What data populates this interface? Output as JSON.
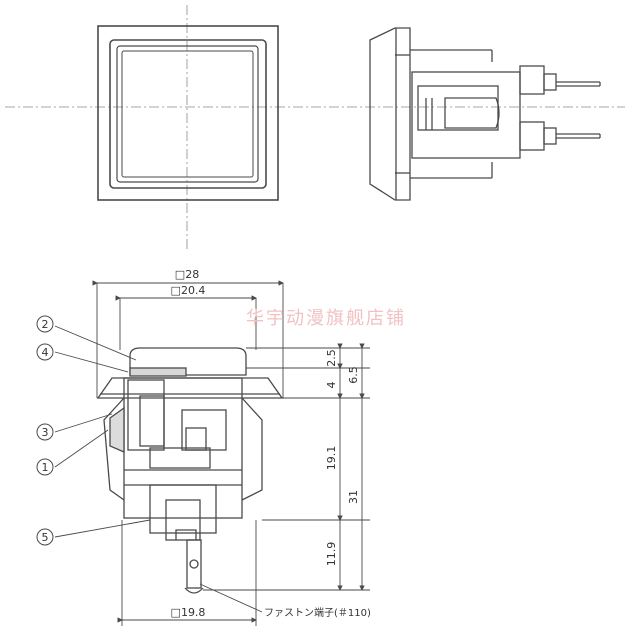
{
  "watermark": "华宇动漫旗舰店铺",
  "dimensions": {
    "top_width": "□28",
    "inner_width": "□20.4",
    "bottom_width": "□19.8",
    "d1": "2.5",
    "d2": "6.5",
    "d3": "4",
    "d4": "19.1",
    "d5": "31",
    "d6": "11.9"
  },
  "terminal_note": "ファストン端子(＃110)",
  "callouts": [
    "2",
    "4",
    "3",
    "1",
    "5"
  ],
  "colors": {
    "line": "#4a4a4a",
    "center_line": "#8a8a8a",
    "watermark": "#f2c2c2"
  }
}
